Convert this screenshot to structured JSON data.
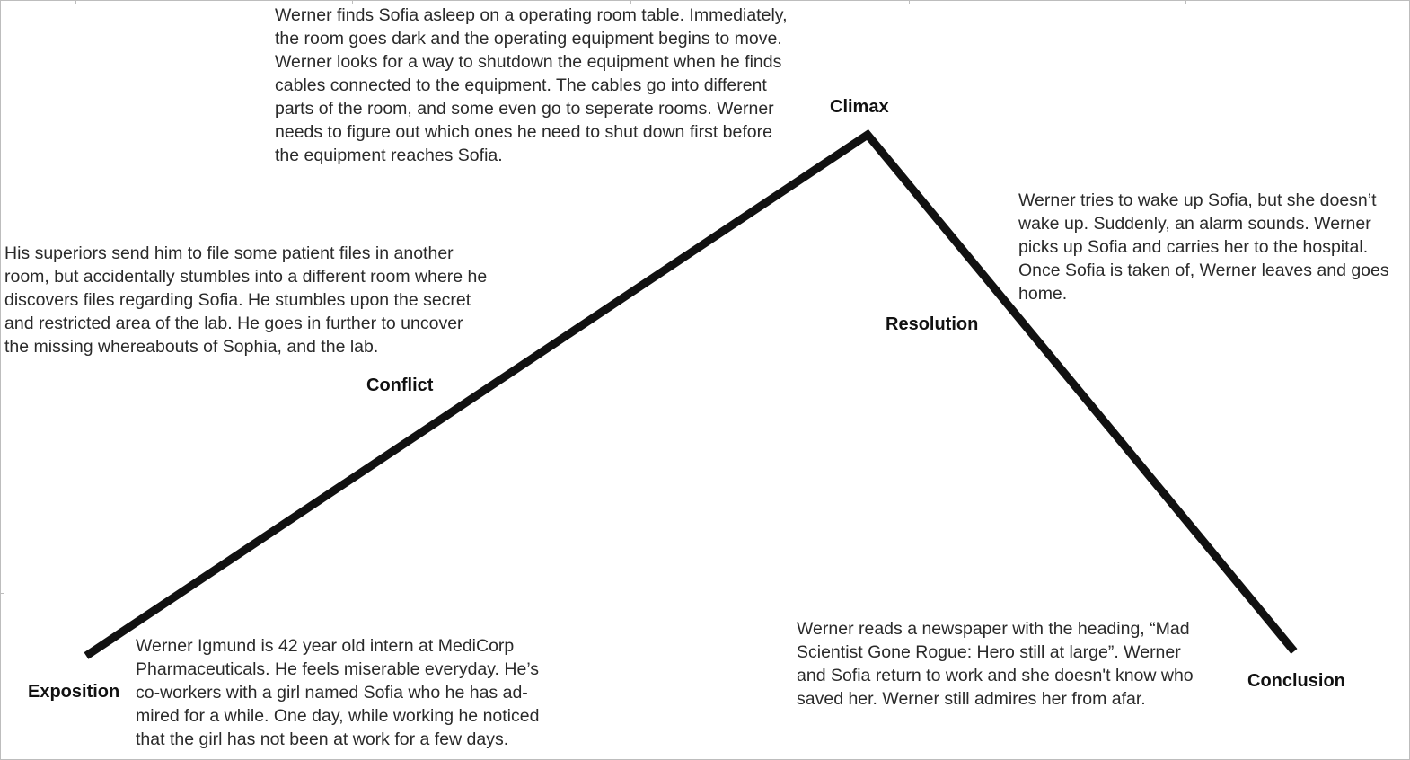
{
  "labels": {
    "exposition": "Exposition",
    "conflict": "Conflict",
    "climax": "Climax",
    "resolution": "Resolution",
    "conclusion": "Conclusion"
  },
  "paragraphs": {
    "climax": [
      "Werner finds Sofia asleep on a operating room table. Immediately,",
      "the room goes dark and the operating equipment begins to move.",
      "Werner looks for a way to shutdown the equipment when he finds",
      "cables connected to the equipment. The cables go into different",
      "parts of the room, and some even go to seperate rooms. Werner",
      "needs to figure out which ones he need to shut down first before",
      "the equipment reaches Sofia."
    ],
    "conflict": [
      "His superiors send him to file some patient files in another",
      "room, but accidentally stumbles into a different room where he",
      "discovers files regarding Sofia. He stumbles upon the secret",
      "and restricted area of the lab. He goes in further to uncover",
      "the missing whereabouts of Sophia, and the lab."
    ],
    "resolution": [
      "Werner tries to wake up Sofia, but she doesn’t",
      "wake up. Suddenly, an alarm sounds. Werner",
      "picks up Sofia and carries her to the hospital.",
      "Once Sofia is taken of, Werner leaves and goes",
      "home."
    ],
    "exposition": [
      "Werner Igmund is 42 year old intern at MediCorp",
      "Pharmaceuticals. He feels miserable everyday. He’s",
      "co-workers with a girl named Sofia who he has ad-",
      "mired for a while. One day, while working he noticed",
      "that the girl has not been at work for a few days."
    ],
    "conclusion": [
      "Werner reads a newspaper with the heading, “Mad",
      "Scientist Gone Rogue: Hero still at large”. Werner",
      "and Sofia return to work and she doesn't know who",
      "saved her. Werner still admires her from afar."
    ]
  },
  "colors": {
    "arc": "#111111",
    "text": "#2a2a2a",
    "border": "#bdbdbd"
  }
}
